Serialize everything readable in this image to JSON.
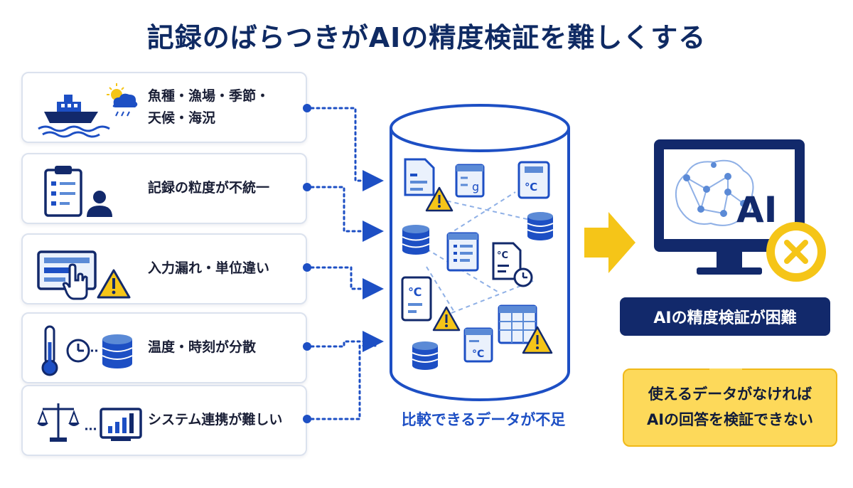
{
  "title": "記録のばらつきがAIの精度検証を難しくする",
  "factors": [
    {
      "label_line1": "魚種・漁場・季節・",
      "label_line2": "天候・海況",
      "icons": [
        "ship-icon",
        "weather-icon"
      ]
    },
    {
      "label_line1": "記録の粒度が不統一",
      "label_line2": "",
      "icons": [
        "clipboard-icon",
        "person-icon"
      ]
    },
    {
      "label_line1": "入力漏れ・単位違い",
      "label_line2": "",
      "icons": [
        "form-screen-icon",
        "hand-pointer-icon",
        "warning-icon"
      ]
    },
    {
      "label_line1": "温度・時刻が分散",
      "label_line2": "",
      "icons": [
        "thermometer-icon",
        "clock-icon",
        "database-icon"
      ]
    },
    {
      "label_line1": "システム連携が難しい",
      "label_line2": "",
      "icons": [
        "scale-icon",
        "monitor-chart-icon"
      ]
    }
  ],
  "storage": {
    "caption": "比較できるデータが不足",
    "icons": [
      "document-icon",
      "warning-icon",
      "table-icon",
      "celsius-card-icon",
      "database-icon",
      "list-document-icon",
      "clock-document-icon",
      "thermometer-card-icon",
      "spreadsheet-icon"
    ],
    "glyph_g": "g",
    "glyph_celsius": "℃",
    "glyph_celsius_short": "°C"
  },
  "ai": {
    "screen_text": "AI",
    "status_label": "AIの精度検証が困難",
    "bubble_line1": "使えるデータがなければ",
    "bubble_line2": "AIの回答を検証できない"
  },
  "colors": {
    "navy": "#12296b",
    "blue": "#1d4fc4",
    "light_blue": "#5b8ad6",
    "yellow": "#f5c518",
    "bubble_yellow": "#fdd95a"
  }
}
